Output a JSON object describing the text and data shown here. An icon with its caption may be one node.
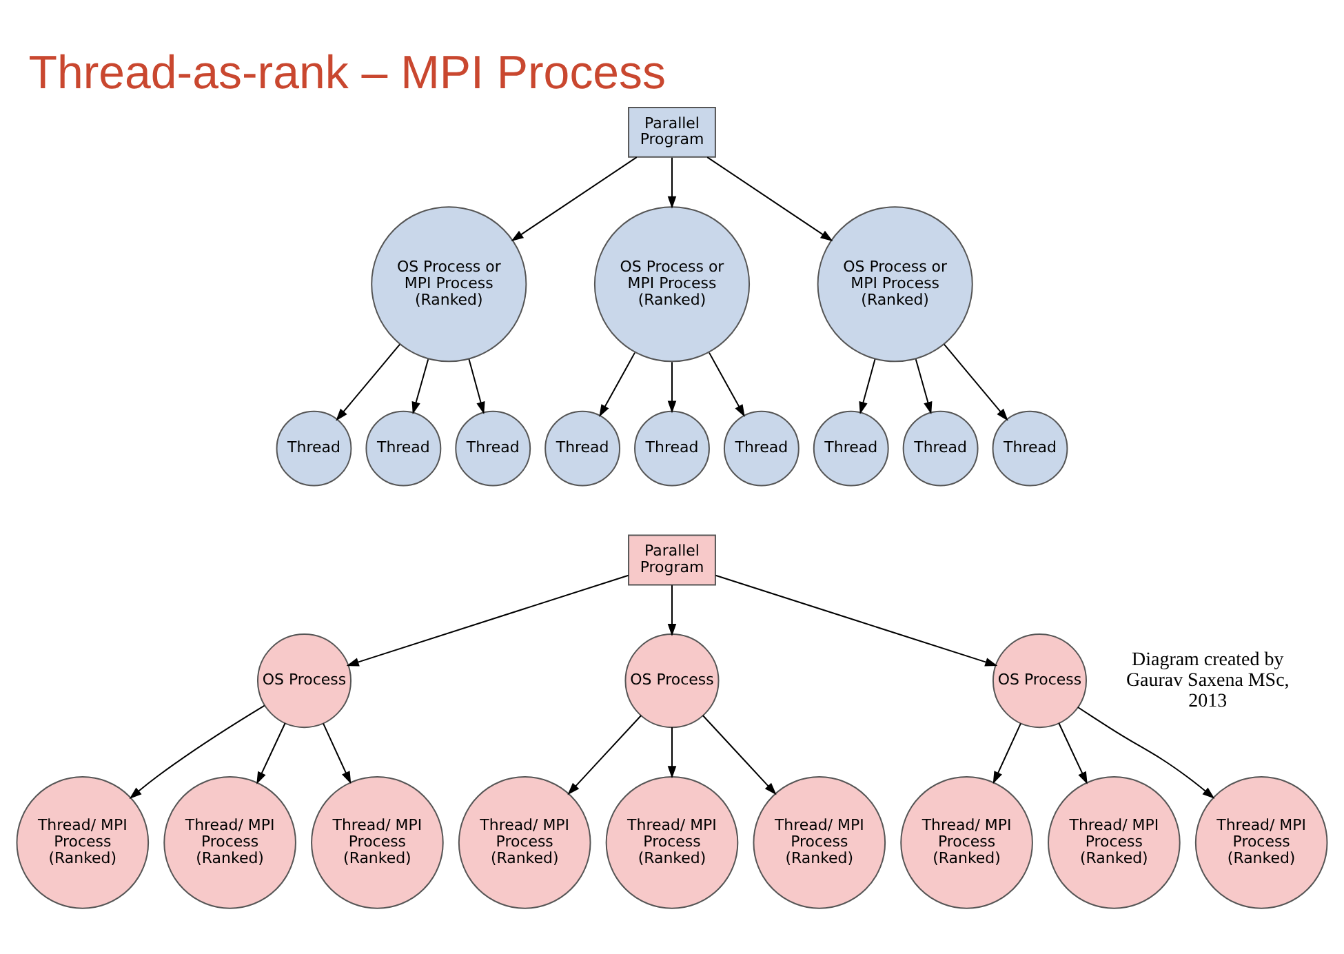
{
  "diagram": {
    "title": "Thread-as-rank – MPI Process",
    "nodes": [
      {
        "text": [
          "Parallel Program"
        ]
      },
      {
        "text": [
          "OS Process or MPI Process (Ranked)"
        ]
      },
      {
        "text": [
          "OS Process or MPI Process (Ranked)"
        ]
      },
      {
        "text": [
          "OS Process or MPI Process (Ranked)"
        ]
      },
      {
        "text": [
          "Thread"
        ]
      },
      {
        "text": [
          "Thread"
        ]
      },
      {
        "text": [
          "Thread"
        ]
      },
      {
        "text": [
          "Thread"
        ]
      },
      {
        "text": [
          "Thread"
        ]
      },
      {
        "text": [
          "Thread"
        ]
      },
      {
        "text": [
          "Thread"
        ]
      },
      {
        "text": [
          "Thread"
        ]
      },
      {
        "text": [
          "Thread"
        ]
      },
      {
        "text": [
          "Parallel Program"
        ]
      },
      {
        "text": [
          "OS Process"
        ]
      },
      {
        "text": [
          "OS Process"
        ]
      },
      {
        "text": [
          "OS Process"
        ]
      },
      {
        "text": [
          "Thread/ MPI Process (Ranked)"
        ]
      },
      {
        "text": [
          "Thread/ MPI Process (Ranked)"
        ]
      },
      {
        "text": [
          "Thread/ MPI Process (Ranked)"
        ]
      },
      {
        "text": [
          "Thread/ MPI Process (Ranked)"
        ]
      },
      {
        "text": [
          "Thread/ MPI Process (Ranked)"
        ]
      },
      {
        "text": [
          "Thread/ MPI Process (Ranked)"
        ]
      },
      {
        "text": [
          "Thread/ MPI Process (Ranked)"
        ]
      },
      {
        "text": [
          "Thread/ MPI Process (Ranked)"
        ]
      },
      {
        "text": [
          "Thread/ MPI Process (Ranked)"
        ]
      }
    ],
    "edges": [
      {
        "from": 0,
        "to": 1,
        "arrow": "to"
      },
      {
        "from": 0,
        "to": 2,
        "arrow": "to"
      },
      {
        "from": 0,
        "to": 3,
        "arrow": "to"
      },
      {
        "from": 1,
        "to": 4,
        "arrow": "to"
      },
      {
        "from": 1,
        "to": 5,
        "arrow": "to"
      },
      {
        "from": 1,
        "to": 6,
        "arrow": "to"
      },
      {
        "from": 2,
        "to": 7,
        "arrow": "to"
      },
      {
        "from": 2,
        "to": 8,
        "arrow": "to"
      },
      {
        "from": 2,
        "to": 9,
        "arrow": "to"
      },
      {
        "from": 3,
        "to": 10,
        "arrow": "to"
      },
      {
        "from": 3,
        "to": 11,
        "arrow": "to"
      },
      {
        "from": 3,
        "to": 12,
        "arrow": "to"
      },
      {
        "from": 13,
        "to": 14,
        "arrow": "to"
      },
      {
        "from": 13,
        "to": 15,
        "arrow": "to"
      },
      {
        "from": 13,
        "to": 16,
        "arrow": "to"
      },
      {
        "from": 14,
        "to": 17,
        "arrow": "to"
      },
      {
        "from": 14,
        "to": 18,
        "arrow": "to"
      },
      {
        "from": 14,
        "to": 19,
        "arrow": "to"
      },
      {
        "from": 15,
        "to": 20,
        "arrow": "to"
      },
      {
        "from": 15,
        "to": 21,
        "arrow": "to"
      },
      {
        "from": 15,
        "to": 22,
        "arrow": "to"
      },
      {
        "from": 16,
        "to": 23,
        "arrow": "to"
      },
      {
        "from": 16,
        "to": 24,
        "arrow": "to"
      },
      {
        "from": 16,
        "to": 25,
        "arrow": "to"
      }
    ],
    "labels": [
      "Diagram created by Gaurav Saxena MSc, 2013"
    ]
  }
}
